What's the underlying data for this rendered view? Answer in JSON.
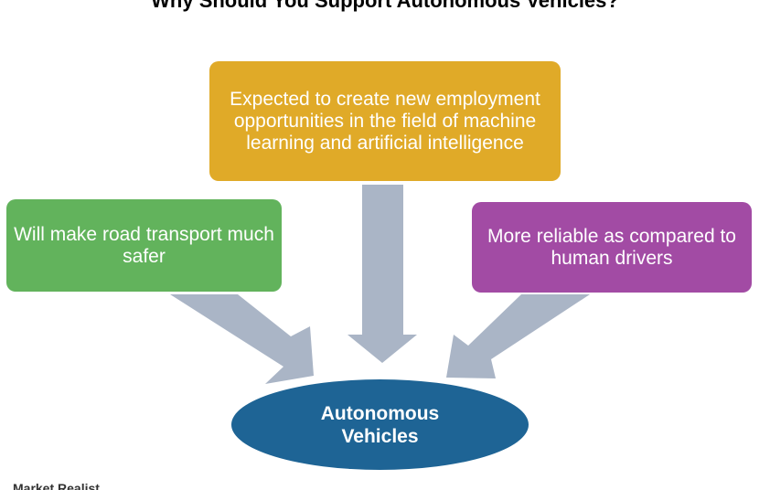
{
  "title": "Why Should You Support Autonomous Vehicles?",
  "center": {
    "label_line1": "Autonomous",
    "label_line2": "Vehicles"
  },
  "boxes": {
    "top": {
      "text": "Expected to create new employment opportunities in the field of machine learning and artificial intelligence",
      "color": "#e0aa28"
    },
    "left": {
      "text": "Will make road transport much safer",
      "color": "#62b35c"
    },
    "right": {
      "text": "More reliable as compared to human drivers",
      "color": "#a24ba4"
    }
  },
  "center_color": "#1e6495",
  "arrow_color": "#aab5c6",
  "watermark": "Market Realist"
}
